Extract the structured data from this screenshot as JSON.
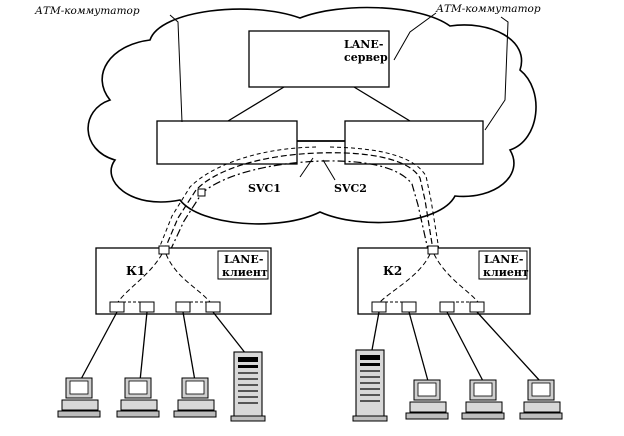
{
  "labels": {
    "atm_switch_left": "АТМ-коммутатор",
    "atm_switch_right": "АТМ-коммутатор",
    "lane_server_l1": "LANE-",
    "lane_server_l2": "сервер",
    "svc1": "SVC1",
    "svc2": "SVC2",
    "k1": "К1",
    "k2": "К2",
    "lane_client1_l1": "LANE-",
    "lane_client1_l2": "клиент",
    "lane_client2_l1": "LANE-",
    "lane_client2_l2": "клиент"
  }
}
